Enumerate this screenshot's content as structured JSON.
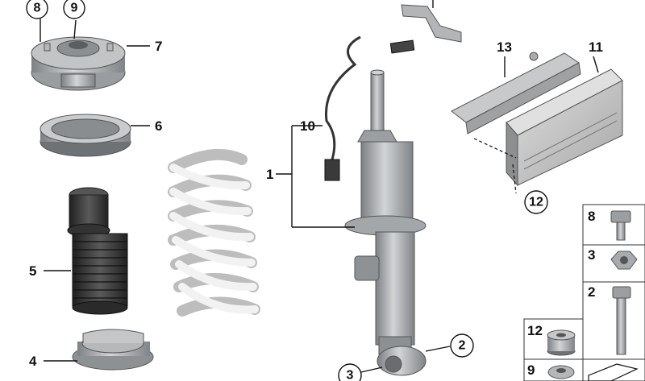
{
  "labels": {
    "l1": "1",
    "l2": "2",
    "l3": "3",
    "l4": "4",
    "l5": "5",
    "l6": "6",
    "l7": "7",
    "l8": "8",
    "l9": "9",
    "l10": "10",
    "l11": "11",
    "l12": "12",
    "l13": "13"
  },
  "legend": {
    "items": [
      "8",
      "3",
      "2",
      "12",
      "9"
    ]
  },
  "colors": {
    "metal": "#a9acaf",
    "dark": "#3a3a3a",
    "spring": "#e8e8e8",
    "panel": "#c9c9c9"
  }
}
